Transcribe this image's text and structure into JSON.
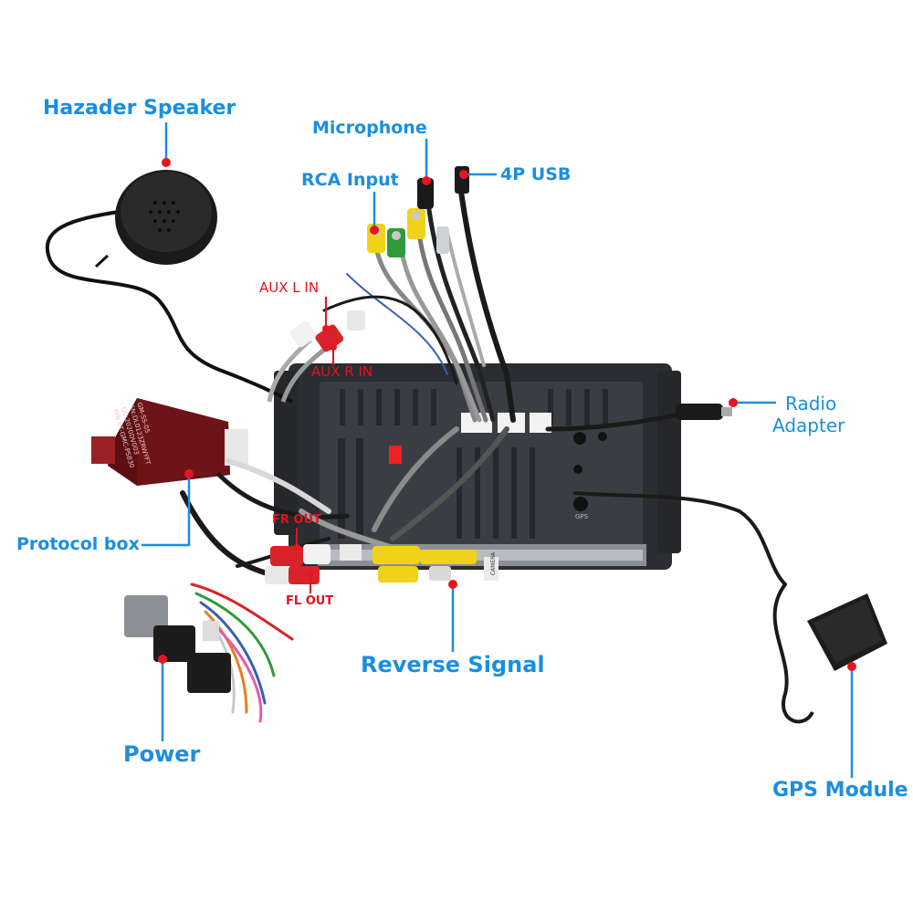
{
  "labels": {
    "hazard_speaker": "Hazader Speaker",
    "microphone": "Microphone",
    "rca_input": "RCA Input",
    "usb_4p": "4P USB",
    "aux_l_in": "AUX L IN",
    "aux_r_in": "AUX R IN",
    "radio_adapter_line1": "Radio",
    "radio_adapter_line2": "Adapter",
    "protocol_box": "Protocol box",
    "fr_out": "FR OUT",
    "fl_out": "FL OUT",
    "reverse_signal": "Reverse Signal",
    "power": "Power",
    "gps_module": "GPS Module"
  },
  "protocol_box_print": [
    "GM-SS-05",
    "SN:DL0123ZRWYFT",
    "DC:2020DV003",
    "P/N:CT-GMC-PS830"
  ],
  "tags": {
    "camera": "CAMERA",
    "gps": "GPS"
  },
  "colors": {
    "callout_blue": "#1a8ee0",
    "callout_red": "#e0141e",
    "marker_red": "#e8161f"
  }
}
